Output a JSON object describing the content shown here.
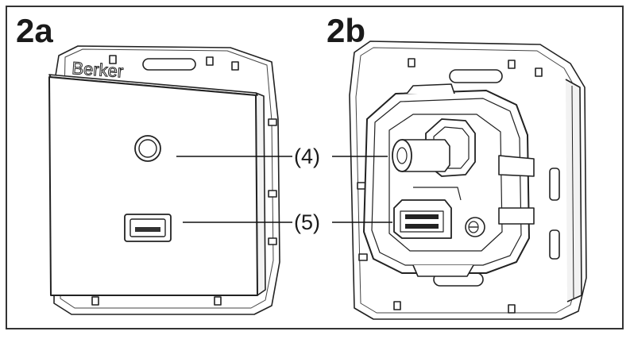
{
  "figures": [
    {
      "label": "2a",
      "brand": "Berker"
    },
    {
      "label": "2b"
    }
  ],
  "callouts": [
    {
      "label": "(4)"
    },
    {
      "label": "(5)"
    }
  ]
}
